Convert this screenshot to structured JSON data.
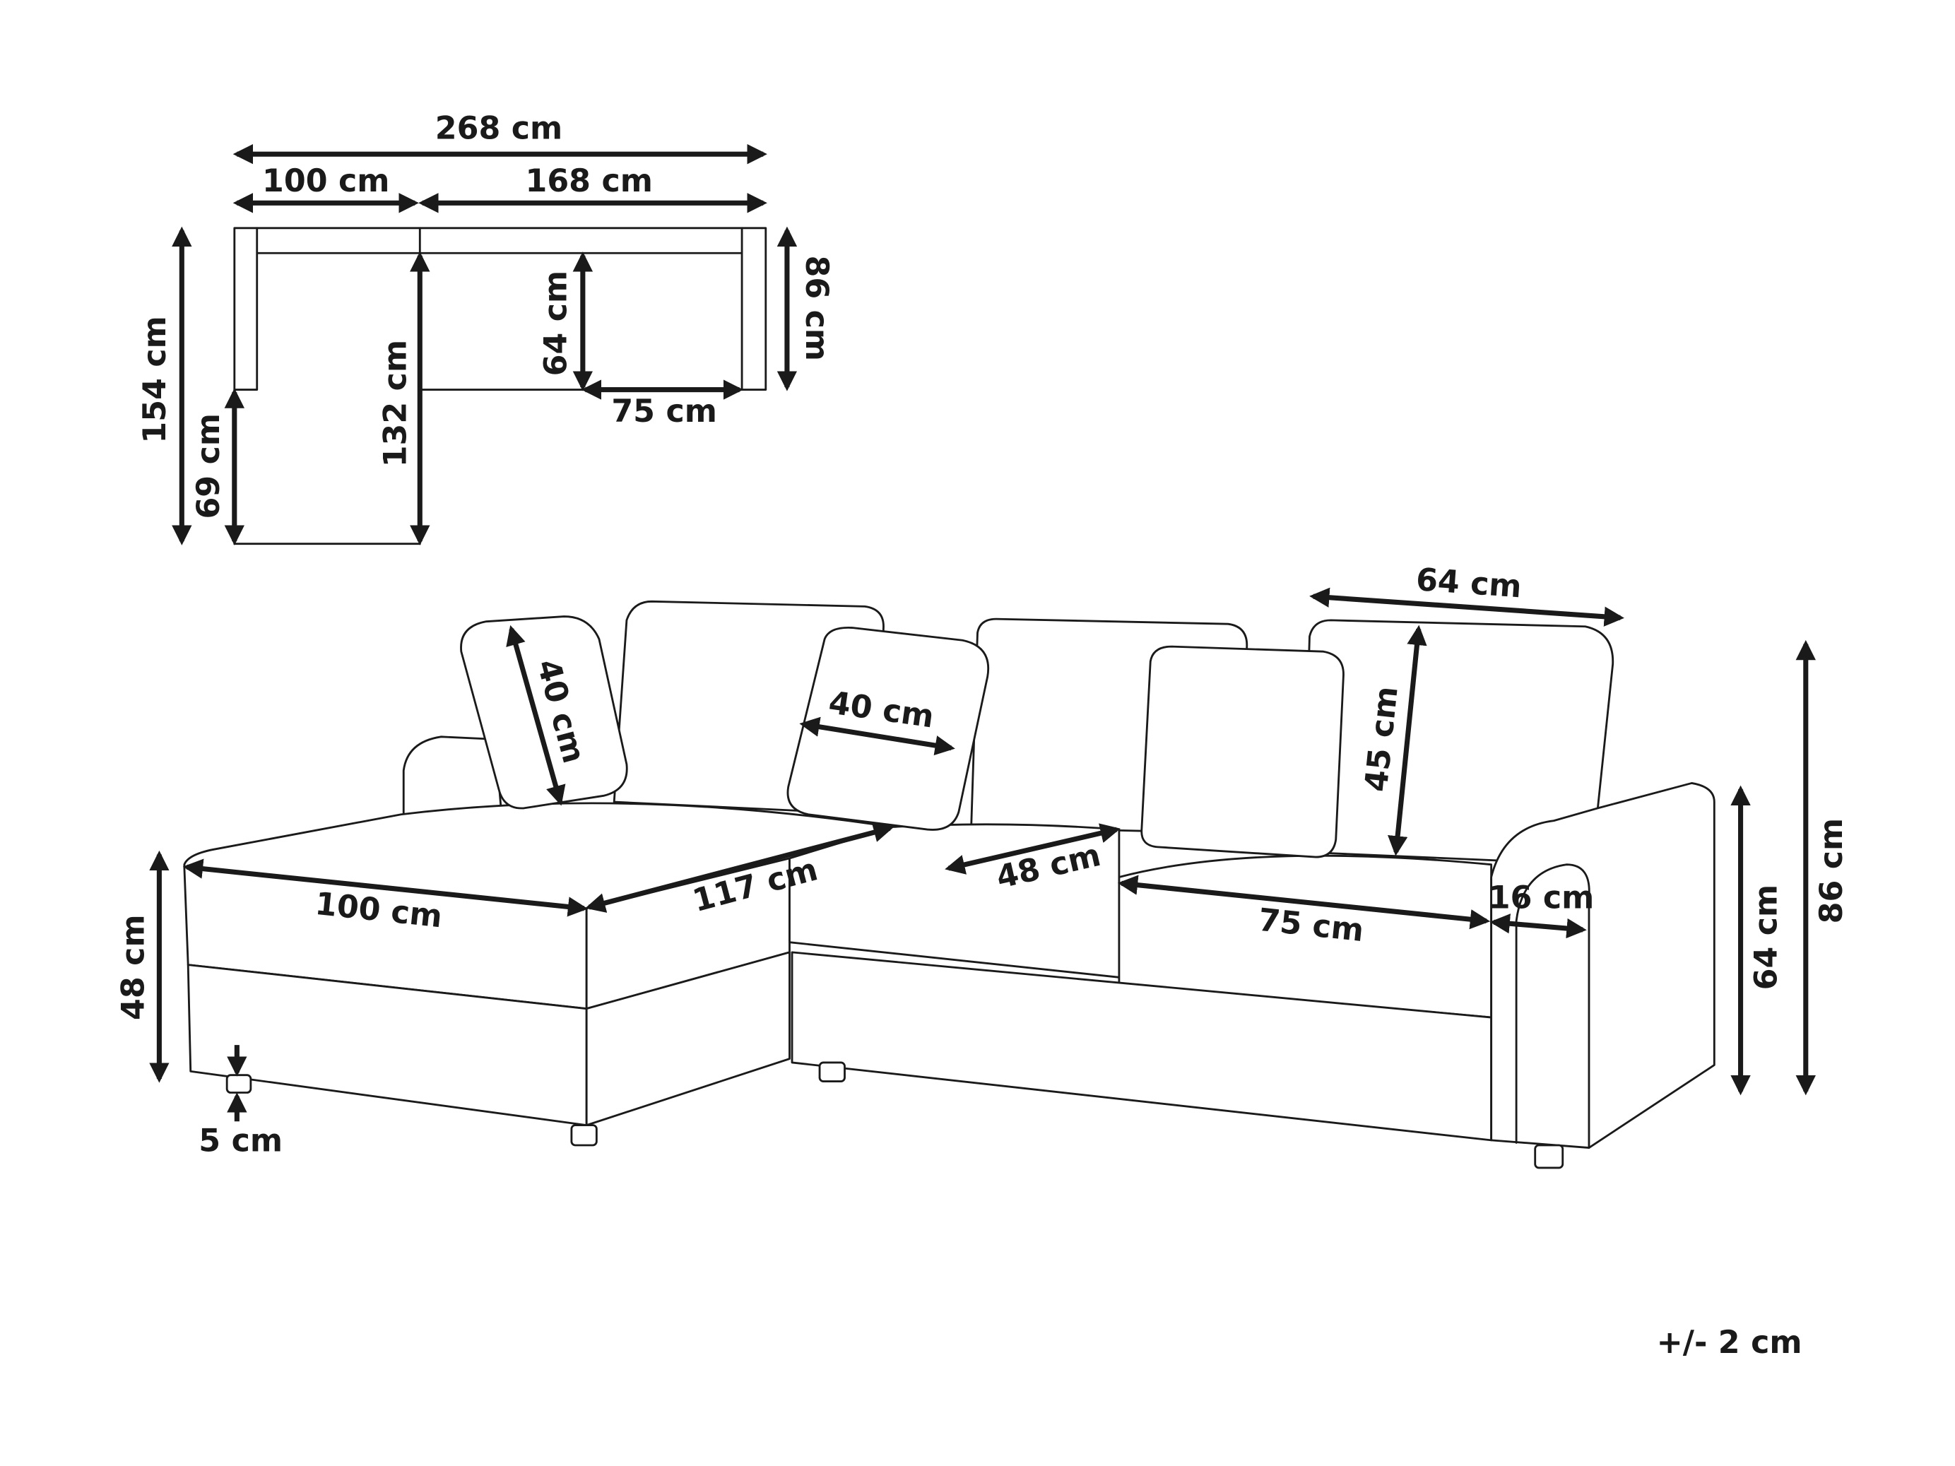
{
  "top_view": {
    "total_width": "268 cm",
    "chaise_width": "100 cm",
    "main_width": "168 cm",
    "total_depth": "154 cm",
    "chaise_extension": "69 cm",
    "chaise_inner_depth": "132 cm",
    "seat_depth": "64 cm",
    "depth": "86 cm",
    "seat_width": "75 cm"
  },
  "perspective": {
    "chaise_front": "100 cm",
    "chaise_length": "117 cm",
    "cushion_left": "40 cm",
    "cushion_mid": "40 cm",
    "seat_depth": "48 cm",
    "back_cushion_width": "64 cm",
    "back_cushion_height": "45 cm",
    "seat_width": "75 cm",
    "arm_width": "16 cm",
    "seat_height": "48 cm",
    "leg_height": "5 cm",
    "arm_height": "64 cm",
    "total_height": "86 cm"
  },
  "tolerance": "+/- 2 cm"
}
